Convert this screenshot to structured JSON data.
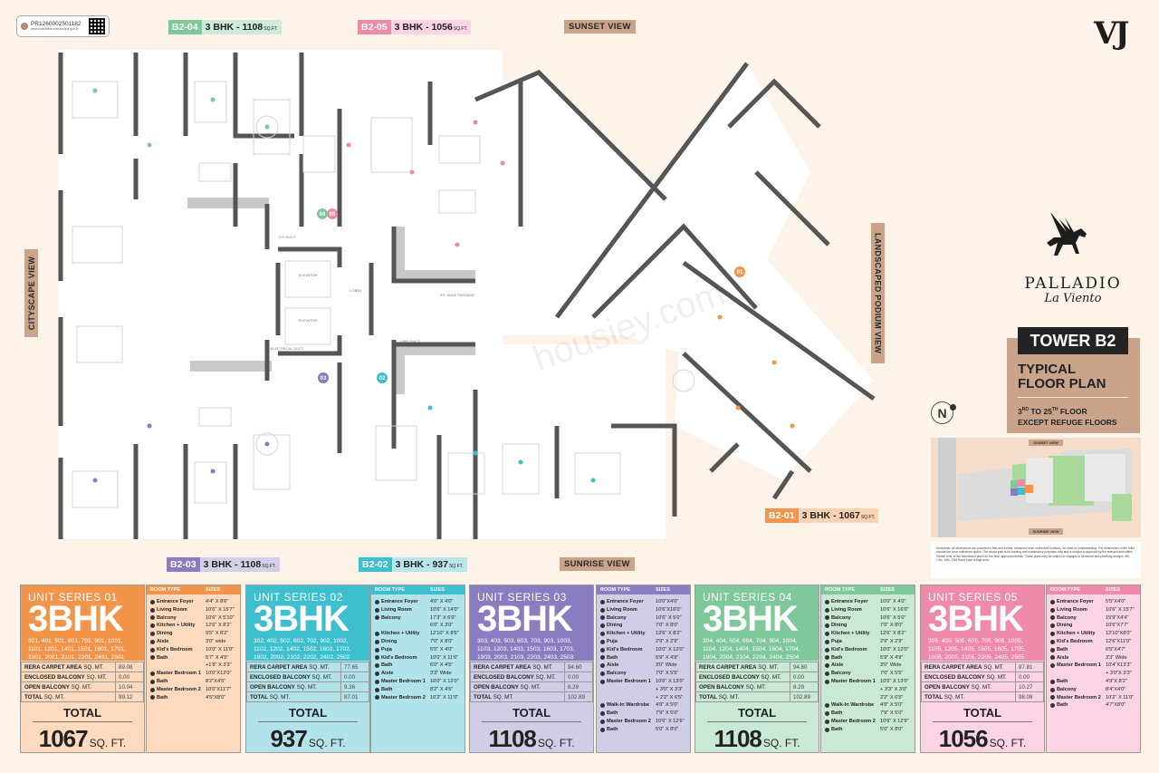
{
  "rera": {
    "number": "PR1260002501182",
    "url": "www.maharera.mahaonline.gov.in"
  },
  "brand": {
    "developer": "VJ",
    "project": "PALLADIO",
    "project_sub": "La Viento",
    "tower": "TOWER B2",
    "plan_line1": "TYPICAL",
    "plan_line2": "FLOOR PLAN",
    "floors_a": "3",
    "floors_a_sup": "RD",
    "floors_mid": " TO 25",
    "floors_b_sup": "TH",
    "floors_end": " FLOOR",
    "floors_line2": "EXCEPT REFUGE FLOORS",
    "north": "N"
  },
  "views": {
    "top": "SUNSET VIEW",
    "bottom": "SUNRISE VIEW",
    "left": "CITYSCAPE VIEW",
    "right": "LANDSCAPED PODIUM VIEW"
  },
  "tags": [
    {
      "code": "B2-04",
      "desc": "3 BHK - 1108",
      "unit": "SQ.FT.",
      "color": "#7fc89b",
      "light": "#cdeadb"
    },
    {
      "code": "B2-05",
      "desc": "3 BHK - 1056",
      "unit": "SQ.FT.",
      "color": "#ef8aab",
      "light": "#fbd3e2"
    },
    {
      "code": "B2-03",
      "desc": "3 BHK - 1108",
      "unit": "SQ.FT.",
      "color": "#8a7cc0",
      "light": "#d4cfe9"
    },
    {
      "code": "B2-02",
      "desc": "3 BHK - 937",
      "unit": "SQ.FT.",
      "color": "#3dbfcd",
      "light": "#b9e6ec"
    },
    {
      "code": "B2-01",
      "desc": "3 BHK - 1067",
      "unit": "SQ.FT.",
      "color": "#f2954a",
      "light": "#fbd3b3"
    }
  ],
  "plan_labels": {
    "lobby": "LOBBY",
    "elevator": "ELEVATOR",
    "fire_duct": "FIRE DUCT",
    "electrical_duct": "ELECTRICAL DUCT",
    "cy_duct": "C/Y DUCT",
    "passage": "5'0\" WIDE PASSAGE",
    "watermark": "housiey.com"
  },
  "site": {
    "top": "SUNSET VIEW",
    "bottom": "SUNRISE VIEW"
  },
  "disclaimer": "Disclaimer: All dimensions are provided in feet and inches, measured from unfinished surfaces, for ease of understanding. The dimensions of the toilet include the clear unfinished space. The above plan is for training and explanatory purposes only and is subject to approval by the relevant authorities. Please refer to the sanctioned plans for the final, approved details. These plans may be subject to changes in structural and plumbing designs. 8th, 13th, 18th, 23rd floors have refuge area.",
  "room_header": {
    "type": "ROOM TYPE",
    "sizes": "SIZES"
  },
  "area_labels": {
    "rera": "RERA CARPET AREA",
    "enclosed": "ENCLOSED BALCONY",
    "open": "OPEN BALCONY",
    "total": "TOTAL",
    "unit": "SQ. MT.",
    "total_title": "TOTAL",
    "sqft": "SQ. FT."
  },
  "series": [
    {
      "title": "UNIT SERIES 01",
      "bhk": "3BHK",
      "color": "#f2954a",
      "light": "#fdd9bd",
      "units": "301, 401, 501, 601, 701, 901, 1001, 1101, 1201, 1401, 1501, 1601, 1701, 1901, 2001, 2101, 2201, 2401, 2501",
      "rera": "89.08",
      "enclosed": "0.00",
      "open": "10.04",
      "total": "99.12",
      "sqft": "1067",
      "rooms": [
        [
          "Entrance Foyer",
          "4'4\" X 8'6\""
        ],
        [
          "Living Room",
          "10'6\" X 15'7\""
        ],
        [
          "Balcony",
          "10'6\" X 5'10\""
        ],
        [
          "Kitchen + Utility",
          "12'6\" X 8'2\""
        ],
        [
          "Dining",
          "9'5\" X 8'2\""
        ],
        [
          "Aisle",
          "3'0\" wide"
        ],
        [
          "Kid's Bedroom",
          "10'0\" X 11'0\""
        ],
        [
          "Bath",
          "5'7\" X 4'5\""
        ],
        [
          "",
          "+1'8\" X 3'3\""
        ],
        [
          "Master Bedroom 1",
          "10'0\"X12'0\""
        ],
        [
          "Bath",
          "8'2\"X4'5\""
        ],
        [
          "Master Bedroom 2",
          "10'0\"X11'7\""
        ],
        [
          "Bath",
          "4'5\"X8'0\""
        ]
      ]
    },
    {
      "title": "UNIT SERIES 02",
      "bhk": "3BHK",
      "color": "#3dbfcd",
      "light": "#b3e3ea",
      "units": "302, 402, 502, 602, 702, 902, 1002, 1102, 1202, 1402, 1502, 1602, 1702, 1902, 2002, 2102, 2202, 2402, 2502",
      "rera": "77.65",
      "enclosed": "0.00",
      "open": "9.36",
      "total": "87.01",
      "sqft": "937",
      "rooms": [
        [
          "Entrance Foyer",
          "4'0\" X 4'0\""
        ],
        [
          "Living Room",
          "10'6\" X 14'0\""
        ],
        [
          "Balcony",
          "17'3\" X 6'0\""
        ],
        [
          "",
          "6'0\" X 3'0\""
        ],
        [
          "Kitchen + Utility",
          "12'10\" X 8'6\""
        ],
        [
          "Dining",
          "7'0\" X 8'0\""
        ],
        [
          "Puja",
          "5'5\" X 4'0\""
        ],
        [
          "Kid's Bedroom",
          "10'0\" X 11'6\""
        ],
        [
          "Bath",
          "6'0\" X 4'5\""
        ],
        [
          "Aisle",
          "3'3\" Wide"
        ],
        [
          "Master Bedroom 1",
          "10'0\" X 12'0\""
        ],
        [
          "Bath",
          "8'2\" X 4'5\""
        ],
        [
          "Master Bedroom 2",
          "10'2\" X 11'0\""
        ]
      ]
    },
    {
      "title": "UNIT SERIES 03",
      "bhk": "3BHK",
      "color": "#8a7cc0",
      "light": "#d2cde6",
      "units": "303, 403, 503, 603, 703, 903, 1003, 1103, 1203, 1403, 1503, 1603, 1703, 1903, 2003, 2103, 2203, 2403, 2503",
      "rera": "94.60",
      "enclosed": "0.00",
      "open": "8.29",
      "total": "102.89",
      "sqft": "1108",
      "rooms": [
        [
          "Entrance Foyer",
          "10'0\"X4'0\""
        ],
        [
          "Living Room",
          "10'6\"X16'0\""
        ],
        [
          "Balcony",
          "10'6\" X 5'0\""
        ],
        [
          "Dining",
          "7'0\" X 8'0\""
        ],
        [
          "Kitchen + Utility",
          "12'6\" X 8'2\""
        ],
        [
          "Puja",
          "2'9\" X 2'9\""
        ],
        [
          "Kid's Bedroom",
          "10'0\" X 12'0\""
        ],
        [
          "Bath",
          "5'9\" X 4'9\""
        ],
        [
          "Aisle",
          "3'0\" Wide"
        ],
        [
          "Balcony",
          "7'0\" X 5'5\""
        ],
        [
          "Master Bedroom 1",
          "10'6\" X 13'0\""
        ],
        [
          "",
          "+ 3'0\" X 3'3\""
        ],
        [
          "",
          "+ 2'2\" X 6'5\""
        ],
        [
          "Walk-In Wardrobe",
          "4'9\" X 5'0\""
        ],
        [
          "Bath",
          "7'9\" X 5'0\""
        ],
        [
          "Master Bedroom 2",
          "10'6\" X 12'6\""
        ],
        [
          "Bath",
          "5'0\" X 8'0\""
        ]
      ]
    },
    {
      "title": "UNIT SERIES 04",
      "bhk": "3BHK",
      "color": "#7fc89b",
      "light": "#c9e9d6",
      "units": "304, 404, 504, 604, 704, 904, 1004, 1104, 1204, 1404, 1504, 1604, 1704, 1904, 2004, 2104, 2204, 2404, 2504",
      "rera": "94.60",
      "enclosed": "0.00",
      "open": "8.29",
      "total": "102.89",
      "sqft": "1108",
      "rooms": [
        [
          "Entrance Foyer",
          "10'0\" X 4'0\""
        ],
        [
          "Living Room",
          "10'6\" X 16'0\""
        ],
        [
          "Balcony",
          "10'6\" X 5'0\""
        ],
        [
          "Dining",
          "7'0\" X 8'0\""
        ],
        [
          "Kitchen + Utility",
          "12'6\" X 8'2\""
        ],
        [
          "Puja",
          "2'9\" X 2'9\""
        ],
        [
          "Kid's Bedroom",
          "10'0\" X 12'0\""
        ],
        [
          "Bath",
          "5'9\" X 4'9\""
        ],
        [
          "Aisle",
          "3'0\" Wide"
        ],
        [
          "Balcony",
          "7'0\" X 5'5\""
        ],
        [
          "Master Bedroom 1",
          "10'6\" X 13'0\""
        ],
        [
          "",
          "+ 3'3\" X 3'0\""
        ],
        [
          "",
          "2'2\" X 6'5\""
        ],
        [
          "Walk-In Wardrobe",
          "4'9\" X 5'0\""
        ],
        [
          "Bath",
          "7'9\" X 5'0\""
        ],
        [
          "Master Bedroom 2",
          "10'6\" X 12'9\""
        ],
        [
          "Bath",
          "5'0\" X 8'0\""
        ]
      ]
    },
    {
      "title": "UNIT SERIES 05",
      "bhk": "3BHK",
      "color": "#ef8aab",
      "light": "#fbd4e3",
      "units": "305, 405, 505, 605, 705, 905, 1005, 1105, 1205, 1405, 1505, 1605, 1705, 1905, 2005, 2105, 2205, 2405, 2505",
      "rera": "87.81",
      "enclosed": "0.00",
      "open": "10.27",
      "total": "98.08",
      "sqft": "1056",
      "rooms": [
        [
          "Entrance Foyer",
          "5'5\"X4'0\""
        ],
        [
          "Living Room",
          "10'6\" X 15'7\""
        ],
        [
          "Balcony",
          "15'9\"X4'4\""
        ],
        [
          "Dining",
          "10'6\"X7'7\""
        ],
        [
          "Kitchen + Utility",
          "12'10\"X8'0\""
        ],
        [
          "Kid's Bedroom",
          "12'6\"X11'0\""
        ],
        [
          "Bath",
          "6'5\"X4'7\""
        ],
        [
          "Aisle",
          "3'3\" Wide"
        ],
        [
          "Master Bedroom 1",
          "10'4\"X13'3\""
        ],
        [
          "",
          "+ 3'0\"X 3'3\""
        ],
        [
          "Bath",
          "4'9\"X 8'2\""
        ],
        [
          "Balcony",
          "8'4\"X4'0\""
        ],
        [
          "Master Bedroom 2",
          "10'2\" X 11'0\""
        ],
        [
          "Bath",
          "4'7\"X8'0\""
        ]
      ]
    }
  ]
}
